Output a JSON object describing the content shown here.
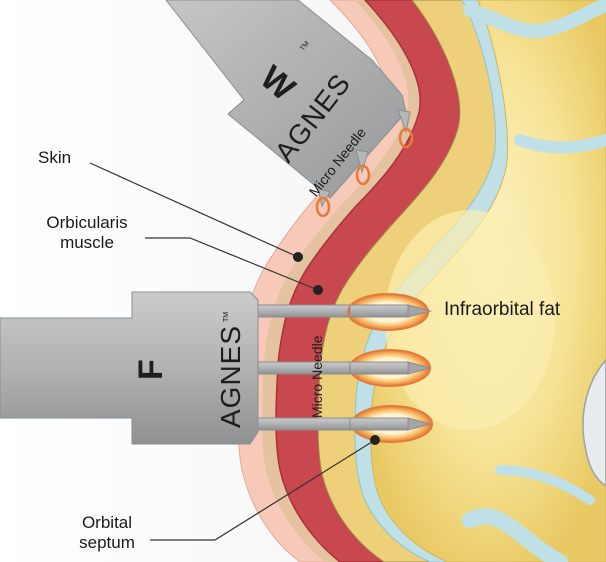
{
  "labels": {
    "skin": "Skin",
    "orbicularis": [
      "Orbicularis",
      "muscle"
    ],
    "infraorbital": "Infraorbital fat",
    "septum": [
      "Orbital",
      "septum"
    ]
  },
  "needles": {
    "top": {
      "letter": "W",
      "brand": "AGNES",
      "trademark": "TM",
      "subtitle": "Micro Needle"
    },
    "left": {
      "letter": "F",
      "brand": "AGNES",
      "trademark": "TM",
      "subtitle": "Micro Needle"
    }
  },
  "colors": {
    "fat": "#f2d97a",
    "fat_light": "#fbeeb0",
    "muscle": "#c9484f",
    "skin": "#f7c9b8",
    "septum": "#bfe0e6",
    "metal": "#a9abad",
    "metal_dark": "#8a8c8e",
    "ring": "#f0a15a"
  }
}
